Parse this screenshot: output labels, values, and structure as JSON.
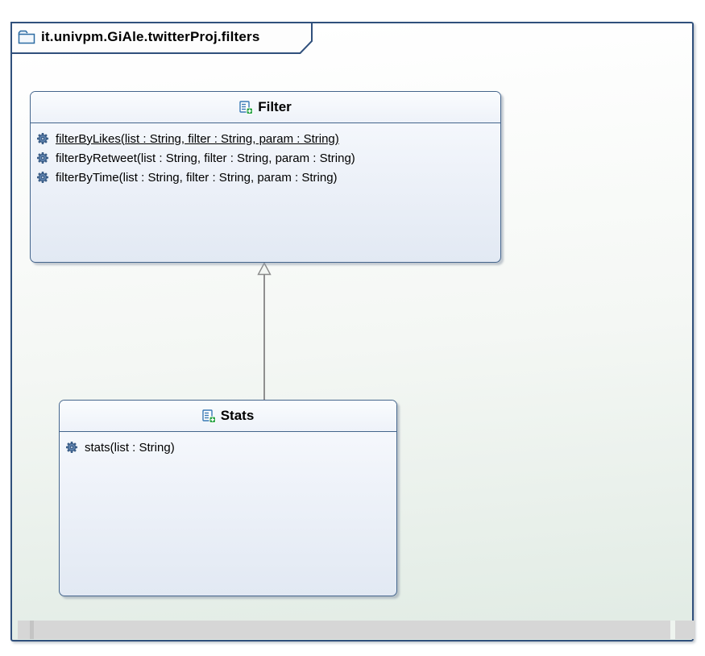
{
  "package": {
    "name": "it.univpm.GiAle.twitterProj.filters",
    "icon": "folder-icon"
  },
  "classes": [
    {
      "name": "Filter",
      "icon": "class-icon",
      "methods": [
        {
          "signature": "filterByLikes(list : String, filter : String, param : String)",
          "static": true,
          "icon": "gear-icon"
        },
        {
          "signature": "filterByRetweet(list : String, filter : String, param : String)",
          "static": false,
          "icon": "gear-icon"
        },
        {
          "signature": "filterByTime(list : String, filter : String, param : String)",
          "static": false,
          "icon": "gear-icon"
        }
      ]
    },
    {
      "name": "Stats",
      "icon": "class-icon",
      "methods": [
        {
          "signature": "stats(list : String)",
          "static": false,
          "icon": "gear-icon"
        }
      ]
    }
  ],
  "relations": [
    {
      "type": "generalization",
      "from": "Stats",
      "to": "Filter",
      "marker": "hollow-triangle-up"
    }
  ],
  "scrollbar": {
    "orientation": "horizontal"
  },
  "colors": {
    "frame_border": "#30507c",
    "box_border": "#44658c",
    "box_fill_top": "#f9fbfe",
    "box_fill_bottom": "#e2e9f3",
    "canvas_top": "#ffffff",
    "canvas_bottom": "#e2ece5",
    "connector_gray": "#8f8f8f",
    "gear_blue": "#5d81ad",
    "plus_green": "#27a343",
    "folder_blue": "#2d6ca3",
    "scroll_track": "#d6d6d6"
  }
}
